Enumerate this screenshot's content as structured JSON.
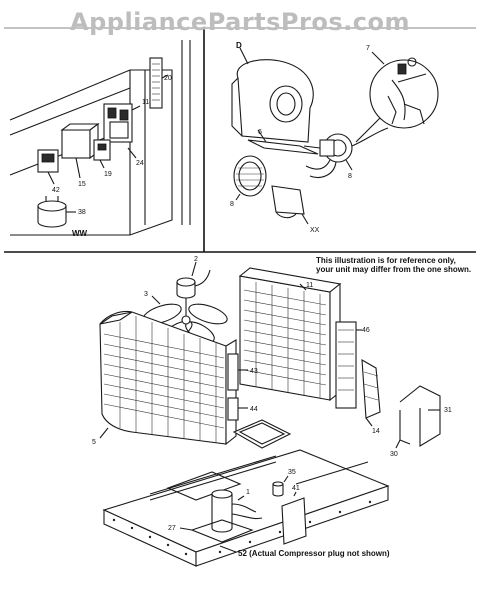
{
  "watermark": "AppliancePartsPros.com",
  "note": {
    "line1": "This illustration is for reference only,",
    "line2": "your unit may differ from the one shown."
  },
  "caption_52": "52 (Actual Compressor plug not shown)",
  "labels": {
    "l20": "20",
    "l11a": "11",
    "l42": "42",
    "l15": "15",
    "l19": "19",
    "l24": "24",
    "l38": "38",
    "lWW": "WW",
    "lD": "D",
    "l6a": "6",
    "l8a": "8",
    "l8b": "8",
    "lXX": "XX",
    "l7": "7",
    "l2": "2",
    "l3": "3",
    "l11b": "11",
    "l46": "46",
    "l43": "43",
    "l44": "44",
    "l5": "5",
    "l14": "14",
    "l30": "30",
    "l31": "31",
    "l35": "35",
    "l1": "1",
    "l41": "41",
    "l27": "27"
  }
}
